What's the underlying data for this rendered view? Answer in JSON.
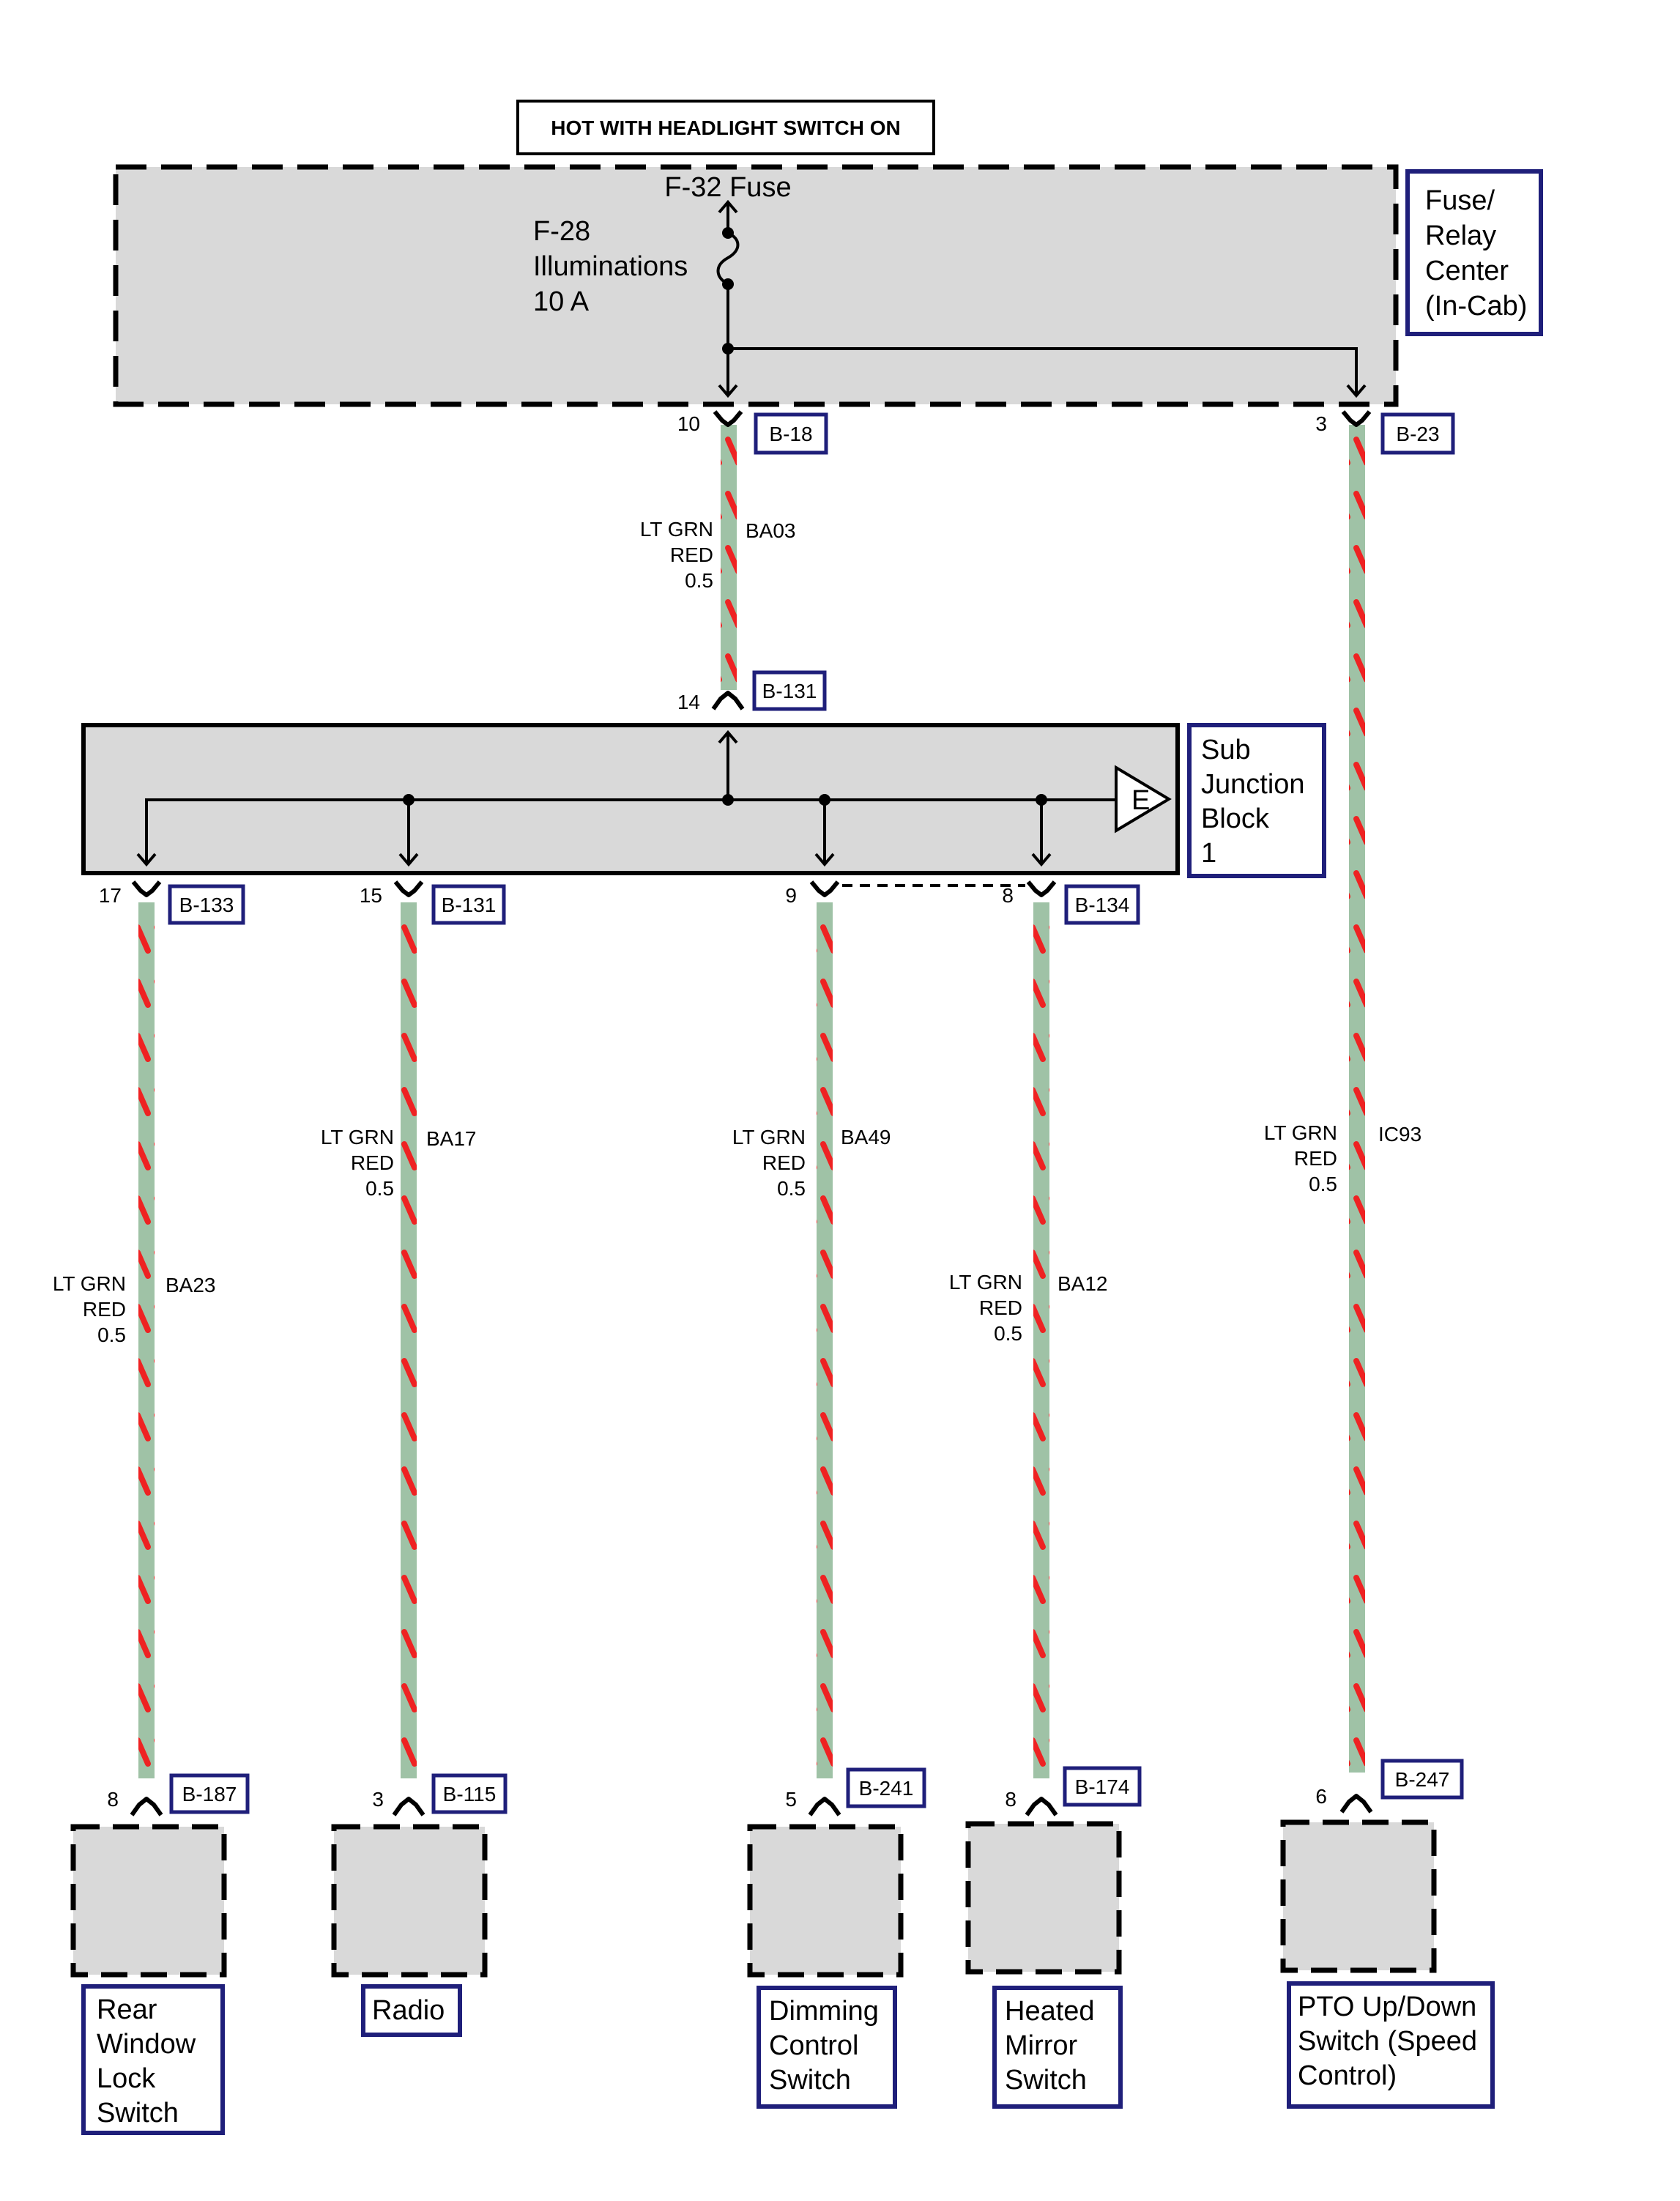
{
  "header": {
    "hot_label": "HOT WITH HEADLIGHT SWITCH ON"
  },
  "fuse_center": {
    "name_lines": [
      "Fuse/",
      "Relay",
      "Center",
      "(In-Cab)"
    ],
    "fuse_ref": "F-32 Fuse",
    "fuse_lines": [
      "F-28",
      "Illuminations",
      "10 A"
    ]
  },
  "sub_junction": {
    "name_lines": [
      "Sub",
      "Junction",
      "Block",
      "1"
    ],
    "ground_symbol": "E"
  },
  "connectors": {
    "fuse_out_main": {
      "pin": "10",
      "id": "B-18"
    },
    "fuse_out_pto": {
      "pin": "3",
      "id": "B-23"
    },
    "sjb_in": {
      "pin": "14",
      "id": "B-131"
    },
    "sjb_out_rear": {
      "pin": "17",
      "id": "B-133"
    },
    "sjb_out_radio": {
      "pin": "15",
      "id": "B-131"
    },
    "sjb_out_dimming": {
      "pin": "9",
      "id": ""
    },
    "sjb_out_mirror": {
      "pin": "8",
      "id": "B-134"
    }
  },
  "wires": {
    "main": {
      "color_lines": [
        "LT GRN",
        "RED",
        "0.5"
      ],
      "circuit": "BA03"
    },
    "pto": {
      "color_lines": [
        "LT GRN",
        "RED",
        "0.5"
      ],
      "circuit": "IC93"
    },
    "rear": {
      "color_lines": [
        "LT GRN",
        "RED",
        "0.5"
      ],
      "circuit": "BA23"
    },
    "radio": {
      "color_lines": [
        "LT GRN",
        "RED",
        "0.5"
      ],
      "circuit": "BA17"
    },
    "dimming": {
      "color_lines": [
        "LT GRN",
        "RED",
        "0.5"
      ],
      "circuit": "BA49"
    },
    "mirror": {
      "color_lines": [
        "LT GRN",
        "RED",
        "0.5"
      ],
      "circuit": "BA12"
    }
  },
  "components": {
    "rear": {
      "pin": "8",
      "connector": "B-187",
      "name_lines": [
        "Rear",
        "Window",
        "Lock",
        "Switch"
      ]
    },
    "radio": {
      "pin": "3",
      "connector": "B-115",
      "name_lines": [
        "Radio"
      ]
    },
    "dimming": {
      "pin": "5",
      "connector": "B-241",
      "name_lines": [
        "Dimming",
        "Control",
        "Switch"
      ]
    },
    "mirror": {
      "pin": "8",
      "connector": "B-174",
      "name_lines": [
        "Heated",
        "Mirror",
        "Switch"
      ]
    },
    "pto": {
      "pin": "6",
      "connector": "B-247",
      "name_lines": [
        "PTO Up/Down",
        "Switch (Speed",
        "Control)"
      ]
    }
  },
  "colors": {
    "box_fill": "#d9d9d9",
    "label_border": "#1f1f7a",
    "wire_green": "#9fc2a6",
    "wire_stripe": "#ee2222",
    "line": "#000000"
  }
}
